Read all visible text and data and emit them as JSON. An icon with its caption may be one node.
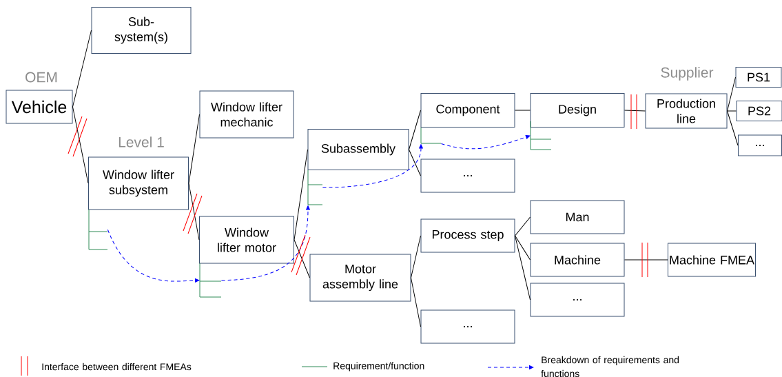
{
  "diagram": {
    "nodes": [
      {
        "text": [
          "Sub-system(s)"
        ]
      },
      {
        "text": [
          "Vehicle"
        ]
      },
      {
        "text": [
          "Window lifter mechanic"
        ]
      },
      {
        "text": [
          "Window lifter subsystem"
        ]
      },
      {
        "text": [
          "Window lifter motor"
        ]
      },
      {
        "text": [
          "Subassembly"
        ]
      },
      {
        "text": [
          "Motor assembly line"
        ]
      },
      {
        "text": [
          "Component"
        ]
      },
      {
        "text": [
          "..."
        ]
      },
      {
        "text": [
          "Design"
        ]
      },
      {
        "text": [
          "Production line"
        ]
      },
      {
        "text": [
          "PS1"
        ]
      },
      {
        "text": [
          "PS2"
        ]
      },
      {
        "text": [
          "..."
        ]
      },
      {
        "text": [
          "Process step"
        ]
      },
      {
        "text": [
          "..."
        ]
      },
      {
        "text": [
          "Man"
        ]
      },
      {
        "text": [
          "Machine"
        ]
      },
      {
        "text": [
          "..."
        ]
      },
      {
        "text": [
          "Machine FMEA"
        ]
      },
      {
        "text": [],
        "shape": "bracket"
      },
      {
        "text": [],
        "shape": "bracket"
      },
      {
        "text": [],
        "shape": "bracket"
      },
      {
        "text": [],
        "shape": "bracket"
      },
      {
        "text": [],
        "shape": "bracket"
      }
    ],
    "edges": [
      {
        "from": 1,
        "to": 0,
        "arrow": "none"
      },
      {
        "from": 1,
        "to": 3,
        "arrow": "none"
      },
      {
        "from": 3,
        "to": 2,
        "arrow": "none"
      },
      {
        "from": 3,
        "to": 4,
        "arrow": "none"
      },
      {
        "from": 4,
        "to": 5,
        "arrow": "none"
      },
      {
        "from": 4,
        "to": 6,
        "arrow": "none"
      },
      {
        "from": 5,
        "to": 7,
        "arrow": "none"
      },
      {
        "from": 5,
        "to": 8,
        "arrow": "none"
      },
      {
        "from": 7,
        "to": 9,
        "arrow": "none"
      },
      {
        "from": 9,
        "to": 10,
        "arrow": "none"
      },
      {
        "from": 10,
        "to": 11,
        "arrow": "none"
      },
      {
        "from": 10,
        "to": 12,
        "arrow": "none"
      },
      {
        "from": 10,
        "to": 13,
        "arrow": "none"
      },
      {
        "from": 6,
        "to": 14,
        "arrow": "none"
      },
      {
        "from": 6,
        "to": 15,
        "arrow": "none"
      },
      {
        "from": 14,
        "to": 16,
        "arrow": "none"
      },
      {
        "from": 14,
        "to": 17,
        "arrow": "none"
      },
      {
        "from": 14,
        "to": 18,
        "arrow": "none"
      },
      {
        "from": 17,
        "to": 19,
        "arrow": "none"
      },
      {
        "from": 20,
        "to": 21,
        "arrow": "to",
        "style": "dashed",
        "color": "#0000ff"
      },
      {
        "from": 21,
        "to": 22,
        "arrow": "to",
        "style": "dashed",
        "color": "#0000ff"
      },
      {
        "from": 22,
        "to": 23,
        "arrow": "to",
        "style": "dashed",
        "color": "#0000ff"
      },
      {
        "from": 23,
        "to": 24,
        "arrow": "to",
        "style": "dashed",
        "color": "#0000ff"
      }
    ],
    "labels": [
      "OEM",
      "Level 1",
      "Supplier"
    ],
    "legend": [
      {
        "text": "Interface between different FMEAs"
      },
      {
        "text": "Requirement/function"
      },
      {
        "text": "Breakdown of requirements and functions"
      }
    ]
  }
}
